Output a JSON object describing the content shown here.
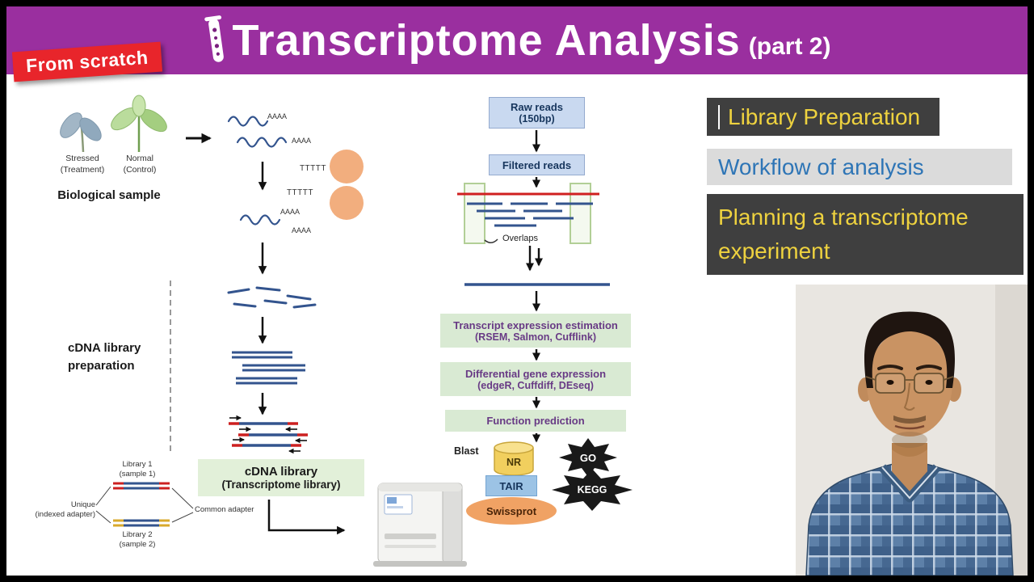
{
  "header": {
    "title": "Transcriptome Analysis",
    "part": "(part 2)",
    "badge": "From scratch"
  },
  "left": {
    "stressed1": "Stressed",
    "stressed2": "(Treatment)",
    "normal1": "Normal",
    "normal2": "(Control)",
    "bio_sample": "Biological sample",
    "aaaa": "AAAA",
    "ttttt": "TTTTT",
    "prep1": "cDNA library",
    "prep2": "preparation",
    "box1": "cDNA library",
    "box2": "(Transcriptome library)",
    "lib1a": "Library 1",
    "lib1b": "(sample 1)",
    "lib2a": "Library 2",
    "lib2b": "(sample 2)",
    "unique1": "Unique",
    "unique2": "(indexed adapter)",
    "common": "Common adapter"
  },
  "workflow": {
    "raw1": "Raw reads",
    "raw2": "(150bp)",
    "filtered": "Filtered reads",
    "overlaps": "Overlaps",
    "step1a": "Transcript expression estimation",
    "step1b": "(RSEM, Salmon, Cufflink)",
    "step2a": "Differential gene expression",
    "step2b": "(edgeR, Cuffdiff, DEseq)",
    "step3": "Function prediction",
    "blast": "Blast",
    "nr": "NR",
    "tair": "TAIR",
    "swissprot": "Swissprot",
    "go": "GO",
    "kegg": "KEGG"
  },
  "menu": {
    "items": [
      {
        "label": "Library Preparation",
        "variant": "dark"
      },
      {
        "label": "Workflow of analysis",
        "variant": "light"
      },
      {
        "label": "Planning a transcriptome experiment",
        "variant": "dark"
      }
    ]
  },
  "colors": {
    "banner_purple": "#9a2f9f",
    "badge_red": "#e8252b",
    "menu_dark_bg": "#3f3f3f",
    "menu_dark_text": "#eed23f",
    "menu_light_bg": "#dbdbdb",
    "menu_light_text": "#2e75b6",
    "box_blue": "#c9d9f0",
    "box_green": "#d9ead3",
    "rna_blue": "#33548e",
    "adapter_red": "#cc2020",
    "bead_orange": "#f2ae7e",
    "nr_yellow": "#f1cf5e",
    "tair_blue": "#9cc3e5",
    "swissprot_orange": "#f0a264"
  }
}
